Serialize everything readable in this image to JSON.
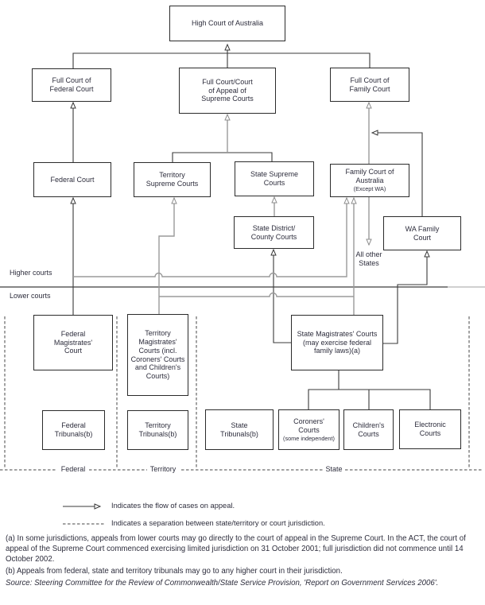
{
  "nodes": {
    "high_court": {
      "label": "High Court of Australia"
    },
    "full_federal": {
      "label": "Full Court of\nFederal Court"
    },
    "full_supreme": {
      "label": "Full Court/Court\nof Appeal of\nSupreme Courts"
    },
    "full_family": {
      "label": "Full Court of\nFamily Court"
    },
    "federal_court": {
      "label": "Federal Court"
    },
    "territory_supreme": {
      "label": "Territory\nSupreme Courts"
    },
    "state_supreme": {
      "label": "State Supreme\nCourts"
    },
    "family_court_australia": {
      "label": "Family Court of\nAustralia",
      "sublabel": "(Except WA)"
    },
    "state_district": {
      "label": "State District/\nCounty Courts"
    },
    "wa_family": {
      "label": "WA Family\nCourt"
    },
    "federal_magistrates": {
      "label": "Federal\nMagistrates'\nCourt"
    },
    "territory_magistrates": {
      "label": "Territory\nMagistrates'\nCourts (incl.\nCoroners' Courts\nand Children's\nCourts)"
    },
    "state_magistrates": {
      "label": "State Magistrates' Courts\n(may exercise federal\nfamily laws)(a)"
    },
    "federal_tribunals": {
      "label": "Federal\nTribunals(b)"
    },
    "territory_tribunals": {
      "label": "Territory\nTribunals(b)"
    },
    "state_tribunals": {
      "label": "State\nTribunals(b)"
    },
    "coroners_courts": {
      "label": "Coroners'\nCourts",
      "sublabel": "(some independent)"
    },
    "childrens_courts": {
      "label": "Children's\nCourts"
    },
    "electronic_courts": {
      "label": "Electronic\nCourts"
    }
  },
  "annotations": {
    "higher_courts": "Higher courts",
    "lower_courts": "Lower courts",
    "all_other_states": "All other\nStates",
    "jurisdiction_federal": "Federal",
    "jurisdiction_territory": "Territory",
    "jurisdiction_state": "State"
  },
  "legend": {
    "arrow_label": "Indicates the flow of cases on appeal.",
    "dashed_label": "Indicates a separation between state/territory or court jurisdiction."
  },
  "footnotes": {
    "a": "(a) In some jurisdictions, appeals from lower courts may go directly to the court of appeal in the Supreme Court. In the ACT, the court of appeal of the Supreme Court commenced exercising limited jurisdiction on 31 October 2001; full jurisdiction did not commence until 14 October 2002.",
    "b": "(b) Appeals from federal, state and territory tribunals may go to any higher court in their jurisdiction."
  },
  "source": "Source: Steering Committee for the Review of Commonwealth/State Service Provision, 'Report on Government Services 2006'.",
  "colors": {
    "text": "#2d2d3c",
    "box_border": "#2b2b2b",
    "connector_dark": "#3a3a3a",
    "connector_gray": "#9a9a9a",
    "divider": "#3f3f3f"
  }
}
